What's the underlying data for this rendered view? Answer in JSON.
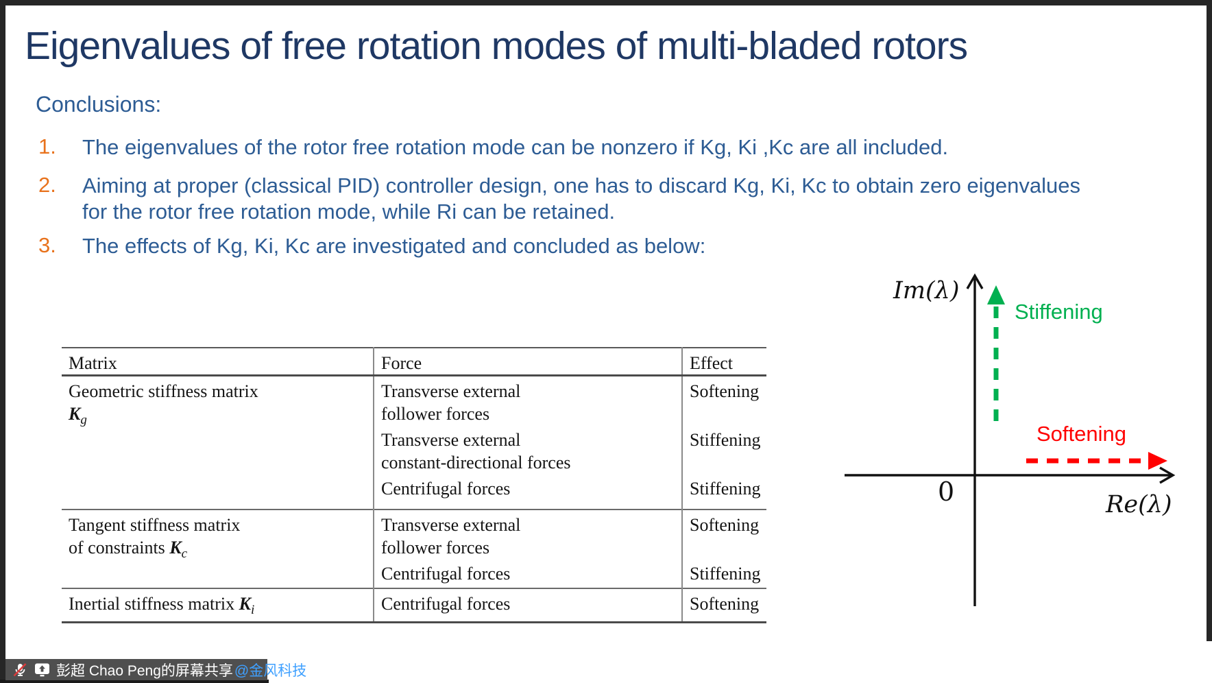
{
  "slide": {
    "title": "Eigenvalues of free rotation modes of multi-bladed rotors",
    "conclusions_label": "Conclusions:",
    "points": [
      {
        "number": "1.",
        "text": "The eigenvalues of the rotor free rotation mode can be nonzero if Kg, Ki ,Kc are all included."
      },
      {
        "number": "2.",
        "text": "Aiming at proper (classical PID) controller design, one has to discard Kg, Ki, Kc to obtain zero eigenvalues for the rotor free rotation mode, while Ri can be retained."
      },
      {
        "number": "3.",
        "text": "The effects of Kg, Ki, Kc are investigated and concluded as below:"
      }
    ]
  },
  "table": {
    "headers": [
      "Matrix",
      "Force",
      "Effect"
    ],
    "groups": [
      {
        "matrix_line1": "Geometric stiffness matrix",
        "symbol": "K",
        "subscript": "g",
        "rows": [
          {
            "force_line1": "Transverse external",
            "force_line2": "follower forces",
            "effect": "Softening"
          },
          {
            "force_line1": "Transverse external",
            "force_line2": "constant-directional forces",
            "effect": "Stiffening"
          },
          {
            "force_line1": "Centrifugal forces",
            "force_line2": "",
            "effect": "Stiffening"
          }
        ]
      },
      {
        "matrix_line1": "Tangent stiffness matrix",
        "matrix_line2_prefix": "of constraints ",
        "symbol": "K",
        "subscript": "c",
        "rows": [
          {
            "force_line1": "Transverse external",
            "force_line2": "follower forces",
            "effect": "Softening"
          },
          {
            "force_line1": "Centrifugal forces",
            "force_line2": "",
            "effect": "Stiffening"
          }
        ]
      },
      {
        "matrix_line1": "Inertial stiffness matrix ",
        "symbol": "K",
        "subscript": "i",
        "rows": [
          {
            "force_line1": "Centrifugal forces",
            "force_line2": "",
            "effect": "Softening"
          }
        ]
      }
    ]
  },
  "diagram": {
    "im_axis_label": "Im(λ)",
    "re_axis_label": "Re(λ)",
    "origin_label": "0",
    "stiffening_label": "Stiffening",
    "softening_label": "Softening",
    "stiffening_color": "#00B050",
    "softening_color": "#FF0000"
  },
  "share_bar": {
    "presenter_text": "彭超 Chao Peng的屏幕共享",
    "mention": "@金风科技",
    "mic_icon": "microphone-muted-icon",
    "share_icon": "screen-share-icon"
  },
  "colors": {
    "title": "#1F3864",
    "body_text": "#2D5C94",
    "list_number": "#E8721C",
    "share_bar_bg": "#4F4F4F",
    "mention_link": "#3FA0FF",
    "frame": "#262626"
  }
}
